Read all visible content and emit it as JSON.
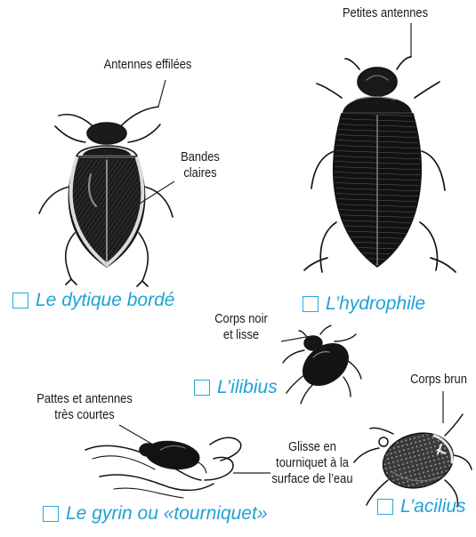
{
  "colors": {
    "caption": "#1fa2d4",
    "checkbox": "#2aa9d8",
    "ink": "#141414"
  },
  "annotations": {
    "antennes_effilees": "Antennes effilées",
    "bandes_claires": [
      "Bandes",
      "claires"
    ],
    "petites_antennes": "Petites antennes",
    "corps_noir": [
      "Corps noir",
      "et lisse"
    ],
    "corps_brun": "Corps brun",
    "pattes_antennes": [
      "Pattes et antennes",
      "très courtes"
    ],
    "glisse": [
      "Glisse en",
      "tourniquet à la",
      "surface de l’eau"
    ]
  },
  "species": [
    {
      "id": "dytique",
      "name": "Le dytique bordé",
      "checked": false,
      "icon": "checkbox-icon"
    },
    {
      "id": "hydrophile",
      "name": "L’hydrophile",
      "checked": false,
      "icon": "checkbox-icon"
    },
    {
      "id": "ilibius",
      "name": "L’ilibius",
      "checked": false,
      "icon": "checkbox-icon"
    },
    {
      "id": "gyrin",
      "name": "Le gyrin ou «tourniquet»",
      "checked": false,
      "icon": "checkbox-icon"
    },
    {
      "id": "acilius",
      "name": "L’acilius",
      "checked": false,
      "icon": "checkbox-icon"
    }
  ]
}
